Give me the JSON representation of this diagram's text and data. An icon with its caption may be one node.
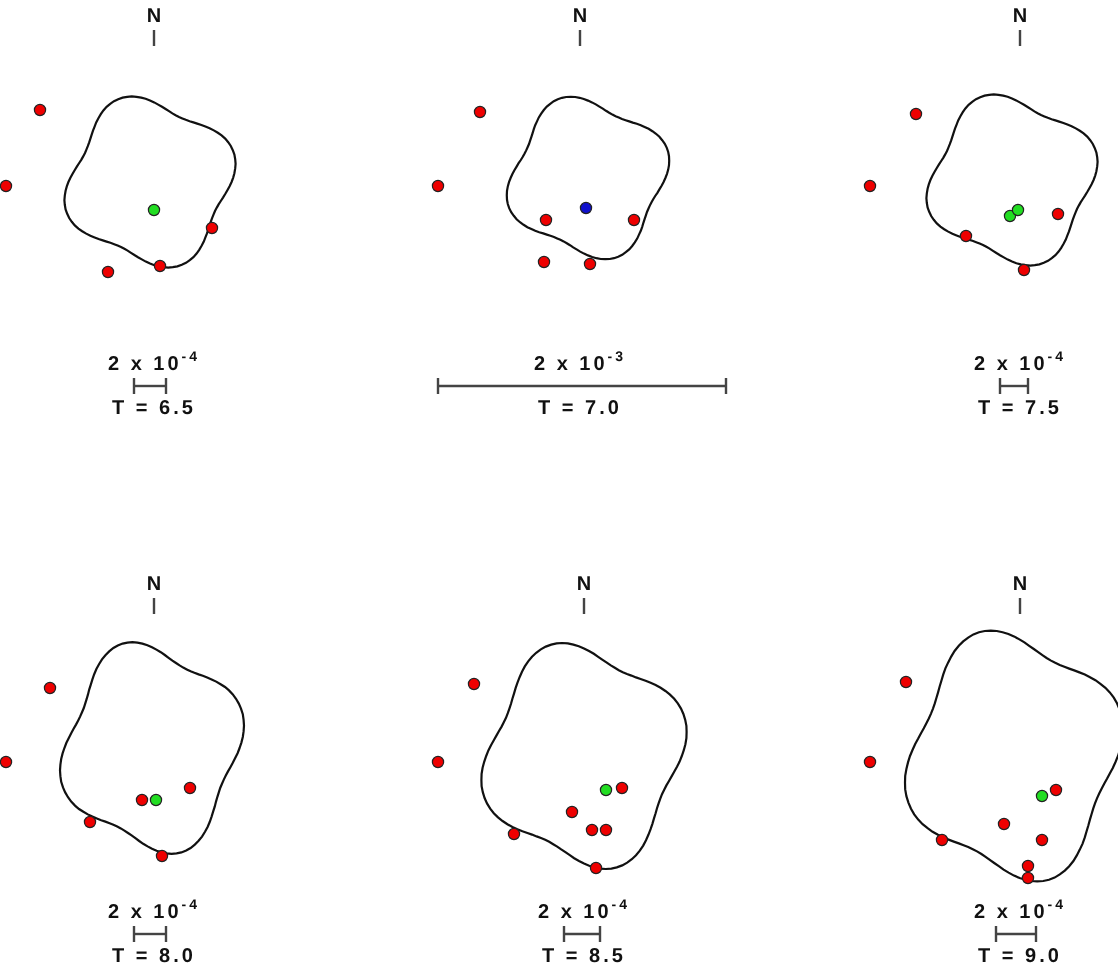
{
  "diagram": {
    "labels": [
      "N",
      "2 x 10$^{-4}$",
      "T = 6.5",
      "N",
      "2 x 10$^{-3}$",
      "T = 7.0",
      "N",
      "2 x 10$^{-4}$",
      "T = 7.5",
      "N",
      "2 x 10$^{-4}$",
      "T = 8.0",
      "N",
      "2 x 10$^{-4}$",
      "T = 8.5",
      "N",
      "2 x 10$^{-4}$",
      "T = 9.0"
    ]
  }
}
